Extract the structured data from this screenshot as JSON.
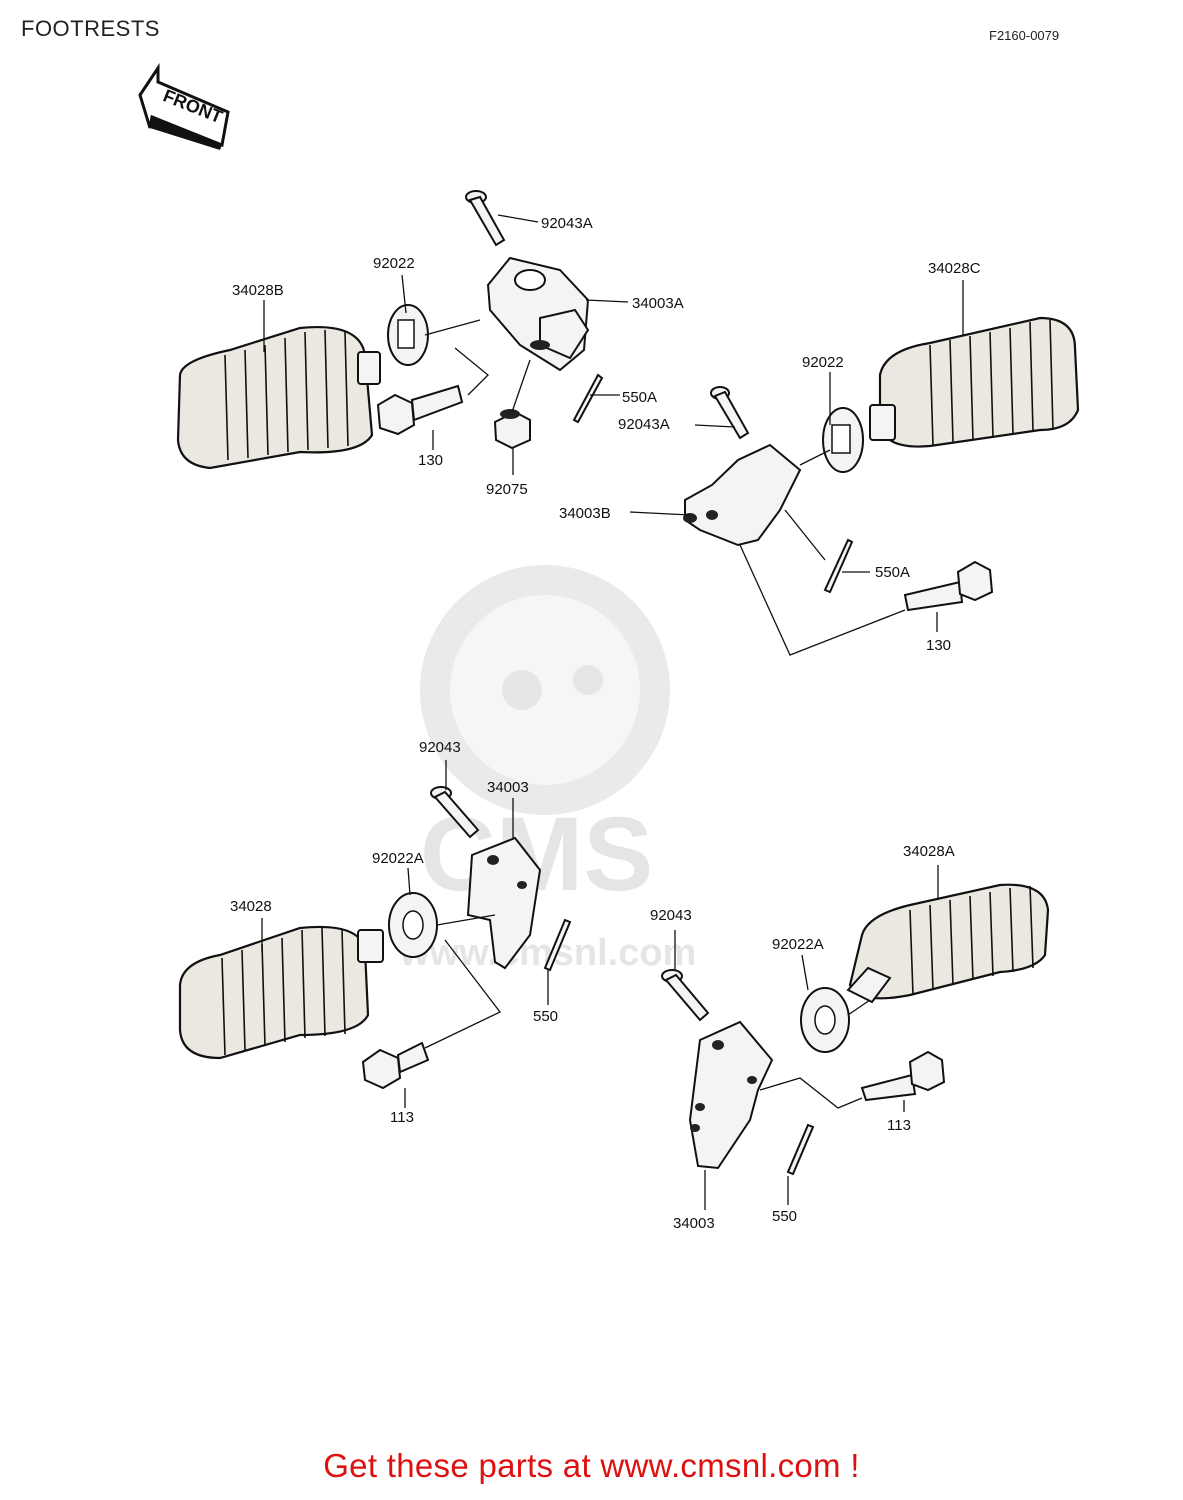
{
  "header": {
    "title": "FOOTRESTS",
    "doc_code": "F2160-0079"
  },
  "front_arrow": {
    "label": "FRONT"
  },
  "watermark": {
    "brand": "CMS",
    "site": "www.cmsnl.com"
  },
  "callouts": {
    "c_92043A_top": "92043A",
    "c_92022_left": "92022",
    "c_34028B": "34028B",
    "c_34003A": "34003A",
    "c_550A_top": "550A",
    "c_130_left": "130",
    "c_92075": "92075",
    "c_34028C": "34028C",
    "c_92022_right": "92022",
    "c_92043A_right": "92043A",
    "c_34003B": "34003B",
    "c_550A_right": "550A",
    "c_130_right": "130",
    "c_92043_left": "92043",
    "c_34003_left": "34003",
    "c_92022A_left": "92022A",
    "c_34028": "34028",
    "c_550_left": "550",
    "c_113_left": "113",
    "c_92043_right": "92043",
    "c_34028A": "34028A",
    "c_92022A_right": "92022A",
    "c_113_right": "113",
    "c_34003_right": "34003",
    "c_550_right": "550"
  },
  "footer": {
    "link_text": "Get these parts at www.cmsnl.com !",
    "color": "#d11111"
  }
}
